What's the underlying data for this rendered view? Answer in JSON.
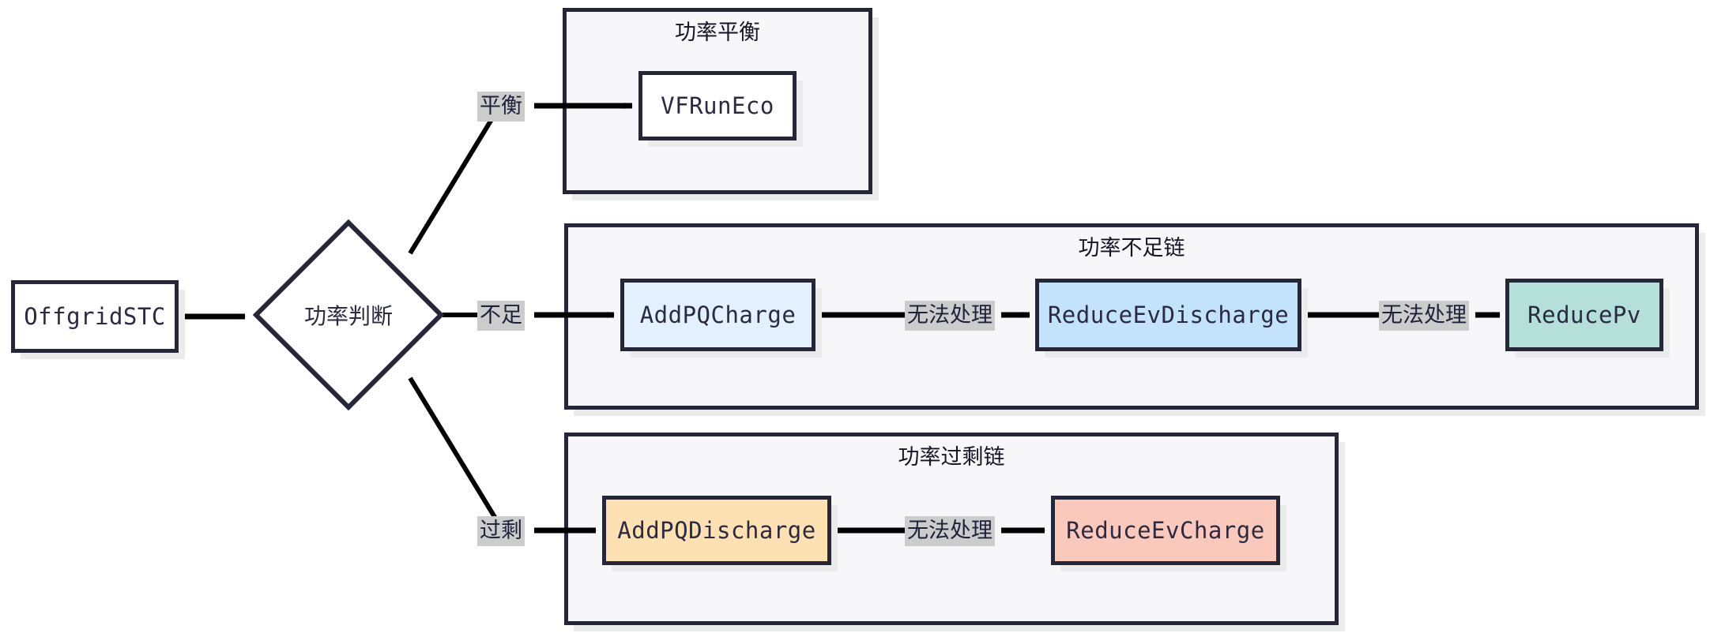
{
  "diagram": {
    "type": "flowchart",
    "start_node": {
      "label": "OffgridSTC"
    },
    "decision": {
      "label": "功率判断"
    },
    "branch_labels": {
      "balance": "平衡",
      "deficit": "不足",
      "surplus": "过剩"
    },
    "fallback_label": "无法处理",
    "subgraphs": [
      {
        "id": "balance-chain",
        "title": "功率平衡",
        "nodes": [
          {
            "id": "vfruneco",
            "label": "VFRunEco",
            "color": "#ffffff"
          }
        ]
      },
      {
        "id": "deficit-chain",
        "title": "功率不足链",
        "nodes": [
          {
            "id": "addpqcharge",
            "label": "AddPQCharge",
            "color": "#e2f1fd"
          },
          {
            "id": "reduceevdischarge",
            "label": "ReduceEvDischarge",
            "color": "#c3e2fb"
          },
          {
            "id": "reducepv",
            "label": "ReducePv",
            "color": "#b5dfd9"
          }
        ],
        "edge_labels": [
          "无法处理",
          "无法处理"
        ]
      },
      {
        "id": "surplus-chain",
        "title": "功率过剩链",
        "nodes": [
          {
            "id": "addpqdischarge",
            "label": "AddPQDischarge",
            "color": "#fee1b2"
          },
          {
            "id": "reduceevcharge",
            "label": "ReduceEvCharge",
            "color": "#fbc9bb"
          }
        ],
        "edge_labels": [
          "无法处理"
        ]
      }
    ],
    "theme": {
      "stroke": "#262639",
      "subgraph_fill": "#f7f7fa",
      "edge_label_fill": "#cccccc",
      "text": "#2a2a42",
      "shadow": "#ebebeb"
    }
  }
}
